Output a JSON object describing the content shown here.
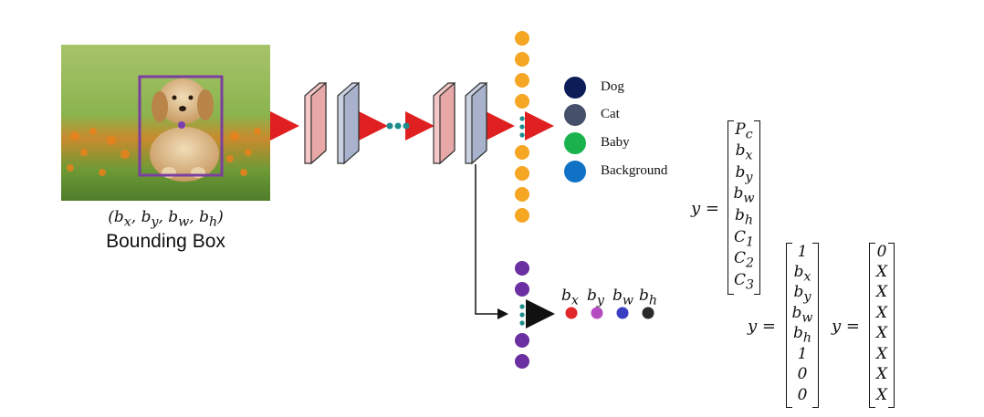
{
  "bbox_label": "(b_x, b_y, b_w, b_h)",
  "bbox_label_parts": {
    "x": "x",
    "y": "y",
    "w": "w",
    "h": "h",
    "b": "b"
  },
  "bbox_title": "Bounding Box",
  "legend": [
    {
      "label": "Dog",
      "color": "#0d1b57"
    },
    {
      "label": "Cat",
      "color": "#46506a"
    },
    {
      "label": "Baby",
      "color": "#19b24c"
    },
    {
      "label": "Background",
      "color": "#0f72c5"
    }
  ],
  "output_labels": [
    "b_x",
    "b_y",
    "b_w",
    "b_h"
  ],
  "output_dot_colors": [
    "#e0282a",
    "#b54bc0",
    "#3a3fc2",
    "#2a2a2a"
  ],
  "colors": {
    "arrow": "#e02020",
    "layer_pink": "#f4c6c6",
    "layer_blue": "#c8d0e2",
    "class_dot": "#f5a623",
    "reg_dot": "#6a2fa0",
    "ellipsis_dot": "#1e8c8c",
    "bbox": "#7a3fa0"
  },
  "matrix1": {
    "lhs": "y =",
    "rows": [
      "P_c",
      "b_x",
      "b_y",
      "b_w",
      "b_h",
      "C_1",
      "C_2",
      "C_3"
    ]
  },
  "matrix2": {
    "lhs": "y =",
    "rows": [
      "1",
      "b_x",
      "b_y",
      "b_w",
      "b_h",
      "1",
      "0",
      "0"
    ]
  },
  "matrix3": {
    "lhs": "y =",
    "rows": [
      "0",
      "X",
      "X",
      "X",
      "X",
      "X",
      "X",
      "X"
    ]
  }
}
